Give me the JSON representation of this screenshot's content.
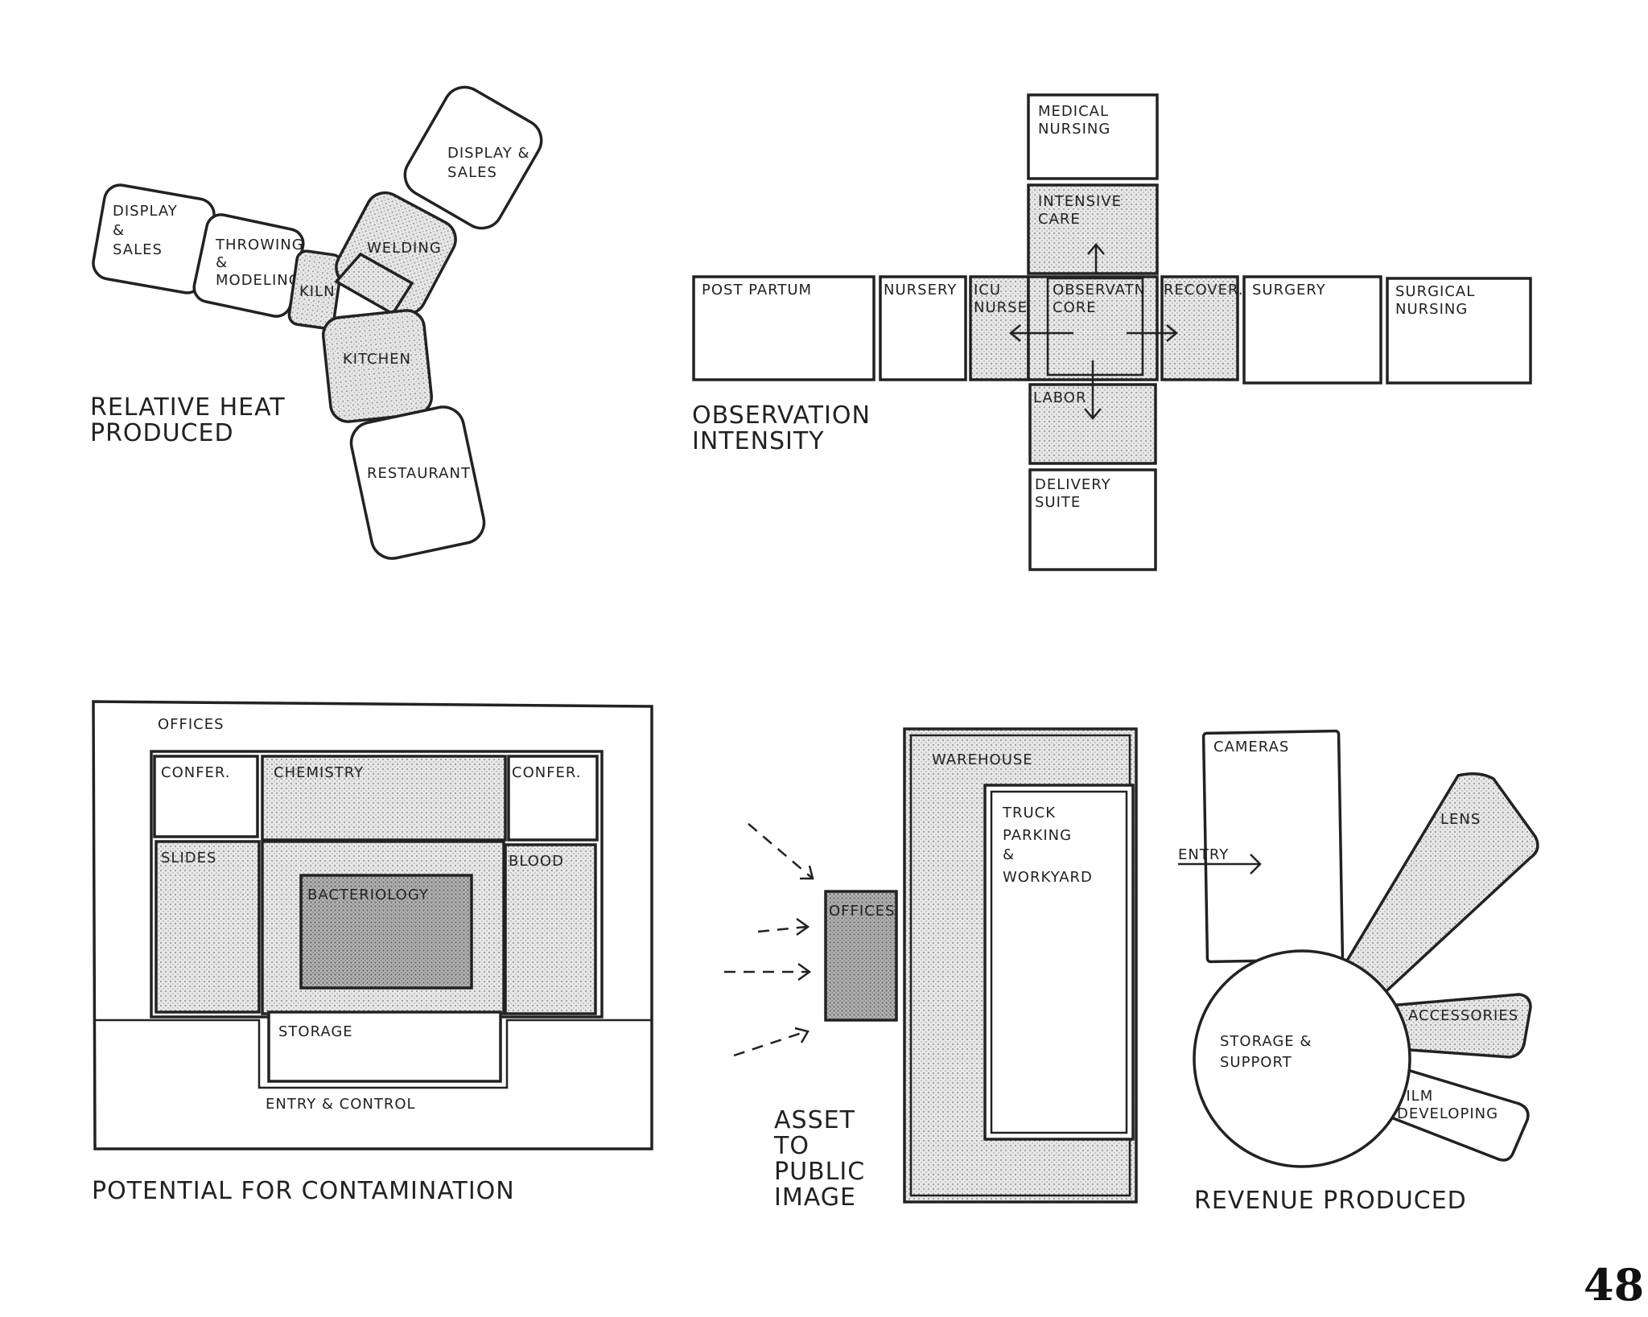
{
  "heat": {
    "caption": [
      "RELATIVE HEAT",
      "PRODUCED"
    ],
    "rooms": {
      "display_left": [
        "DISPLAY",
        "&",
        "SALES"
      ],
      "throwing": [
        "THROWING",
        "&",
        "MODELING"
      ],
      "kiln": "KILN",
      "welding": "WELDING",
      "display_right": [
        "DISPLAY &",
        "SALES"
      ],
      "kitchen": "KITCHEN",
      "restaurant": "RESTAURANT"
    }
  },
  "observation": {
    "caption": [
      "OBSERVATION",
      "INTENSITY"
    ],
    "rooms": {
      "medical_nursing": [
        "MEDICAL",
        "NURSING"
      ],
      "intensive_care": [
        "INTENSIVE",
        "CARE"
      ],
      "post_partum": "POST PARTUM",
      "nursery": "NURSERY",
      "icu_nursery": [
        "ICU",
        "NURSERY"
      ],
      "observation_core": [
        "OBSERVATN",
        "CORE"
      ],
      "recover": "RECOVER.",
      "surgery": "SURGERY",
      "surgical_nursing": [
        "SURGICAL",
        "NURSING"
      ],
      "labor": "LABOR",
      "delivery_suite": [
        "DELIVERY",
        "SUITE"
      ]
    }
  },
  "contamination": {
    "caption": "POTENTIAL FOR CONTAMINATION",
    "rooms": {
      "offices": "OFFICES",
      "confer_left": "CONFER.",
      "chemistry": "CHEMISTRY",
      "confer_right": "CONFER.",
      "slides": "SLIDES",
      "bacteriology": "BACTERIOLOGY",
      "blood": "BLOOD",
      "storage": "STORAGE",
      "entry_control": "ENTRY & CONTROL"
    }
  },
  "public_image": {
    "caption": [
      "ASSET",
      "TO",
      "PUBLIC",
      "IMAGE"
    ],
    "rooms": {
      "offices": "OFFICES",
      "warehouse": "WAREHOUSE",
      "truck_parking": [
        "TRUCK",
        "PARKING",
        "&",
        "WORKYARD"
      ]
    }
  },
  "revenue": {
    "caption": "REVENUE PRODUCED",
    "rooms": {
      "cameras": "CAMERAS",
      "entry": "ENTRY",
      "lens": "LENS",
      "accessories": "ACCESSORIES",
      "storage_support": [
        "STORAGE &",
        "SUPPORT"
      ],
      "film_developing": [
        "FILM",
        "DEVELOPING"
      ]
    }
  },
  "page_number": "48"
}
